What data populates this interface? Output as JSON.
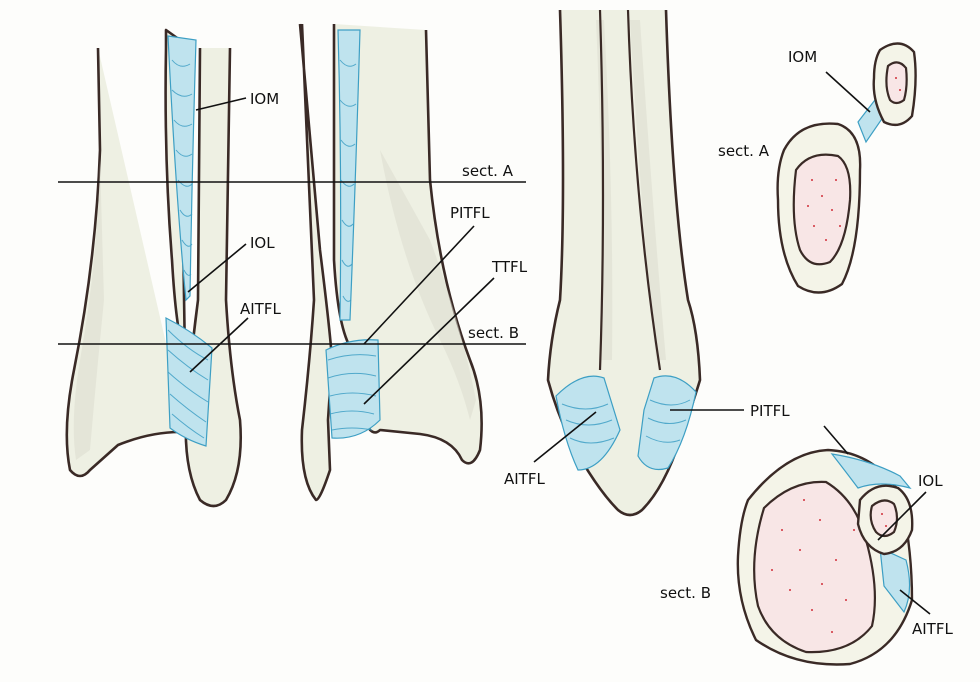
{
  "labels": {
    "iom_anterior": "IOM",
    "sect_a_line": "sect. A",
    "iol_anterior": "IOL",
    "aitfl_anterior": "AITFL",
    "pitfl_posterior": "PITFL",
    "ttfl_posterior": "TTFL",
    "sect_b_line": "sect. B",
    "iom_section_a": "IOM",
    "sect_a_title": "sect. A",
    "pitfl_lateral": "PITFL",
    "aitfl_lateral": "AITFL",
    "iol_section_b": "IOL",
    "sect_b_title": "sect. B",
    "aitfl_section_b": "AITFL"
  },
  "colors": {
    "ligament": "#3d9fc4",
    "bone_outline": "#3a2a26",
    "marrow_dots": "#d0313b"
  }
}
